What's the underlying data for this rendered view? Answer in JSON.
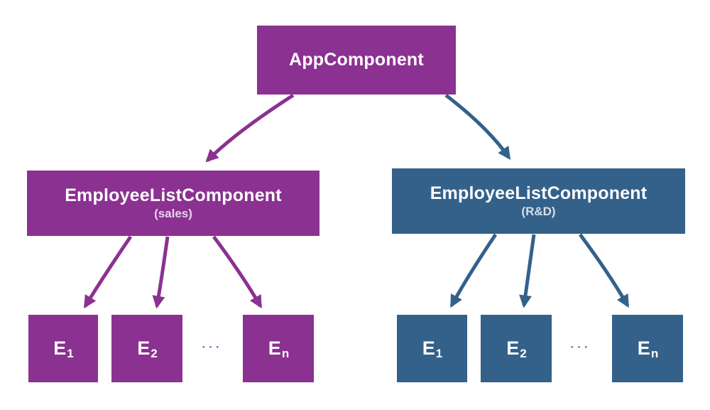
{
  "diagram": {
    "root": {
      "label": "AppComponent"
    },
    "branches": [
      {
        "label": "EmployeeListComponent",
        "sublabel": "(sales)",
        "ellipsis": "···",
        "children": [
          {
            "base": "E",
            "sub": "1"
          },
          {
            "base": "E",
            "sub": "2"
          },
          {
            "base": "E",
            "sub": "n"
          }
        ]
      },
      {
        "label": "EmployeeListComponent",
        "sublabel": "(R&D)",
        "ellipsis": "···",
        "children": [
          {
            "base": "E",
            "sub": "1"
          },
          {
            "base": "E",
            "sub": "2"
          },
          {
            "base": "E",
            "sub": "n"
          }
        ]
      }
    ],
    "colors": {
      "purple": "#8b3191",
      "blue": "#33618a",
      "ellipsis_dots": "#4d7dad",
      "box_text": "#ffffff",
      "background": "#ffffff"
    }
  }
}
